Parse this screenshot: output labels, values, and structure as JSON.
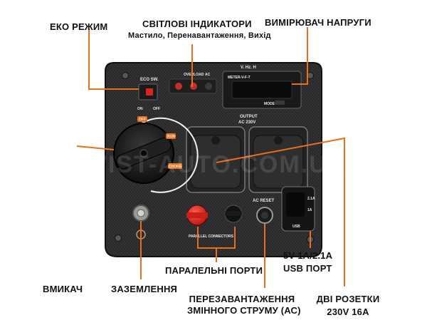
{
  "labels": {
    "eco": "ЕКО РЕЖИМ",
    "lights_title": "СВІТЛОВІ ІНДИКАТОРИ",
    "lights_sub": "Мастило, Перенавантаження, Вихід",
    "voltmeter": "ВИМІРЮВАЧ НАПРУГИ",
    "switch": "ВМИКАЧ",
    "ground": "ЗАЗЕМЛЕННЯ",
    "parallel": "ПАРАЛЕЛЬНІ ПОРТИ",
    "reset_line1": "ПЕРЕЗАВАНТАЖЕННЯ",
    "reset_line2": "ЗМІННОГО СТРУМУ (АС)",
    "usb_line1": "5V 1A/2.1A",
    "usb_line2": "USB ПОРТ",
    "sockets_line1": "ДВІ РОЗЕТКИ",
    "sockets_line2": "230V 16A"
  },
  "panel": {
    "eco_sw": "ECO SW.",
    "on": "ON",
    "off": "OFF",
    "overload": "OVERLOAD",
    "ac": "AC",
    "vhz": "V. Hz. H",
    "meter": "METER-V-F-T",
    "mode": "MODE",
    "output": "OUTPUT",
    "ac230": "AC 230V",
    "knob_off": "OFF",
    "knob_run": "RUN",
    "knob_choke": "CHOKE",
    "ac_reset": "AC RESET",
    "parallel_conn": "PARALLEL CONNECTORS",
    "usb_21": "2.1A",
    "usb_1": "1A",
    "usb_label": "USB"
  },
  "watermark": "TWIST-AUTO.COM.UA",
  "colors": {
    "accent": "#e8701a",
    "panel": "#2c2c2e",
    "red": "#d8261f"
  }
}
